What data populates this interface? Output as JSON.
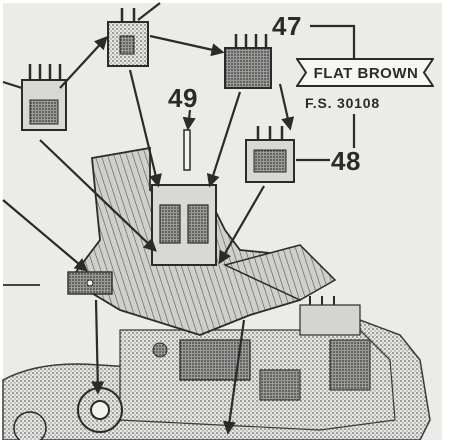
{
  "callouts": {
    "part_47": "47",
    "part_48": "48",
    "part_49": "49"
  },
  "banner": {
    "label": "FLAT BROWN",
    "spec": "F.S. 30108"
  },
  "colors": {
    "paper": "#ebebe7",
    "ink": "#2b2b2b",
    "white_margin": "#ffffff"
  }
}
